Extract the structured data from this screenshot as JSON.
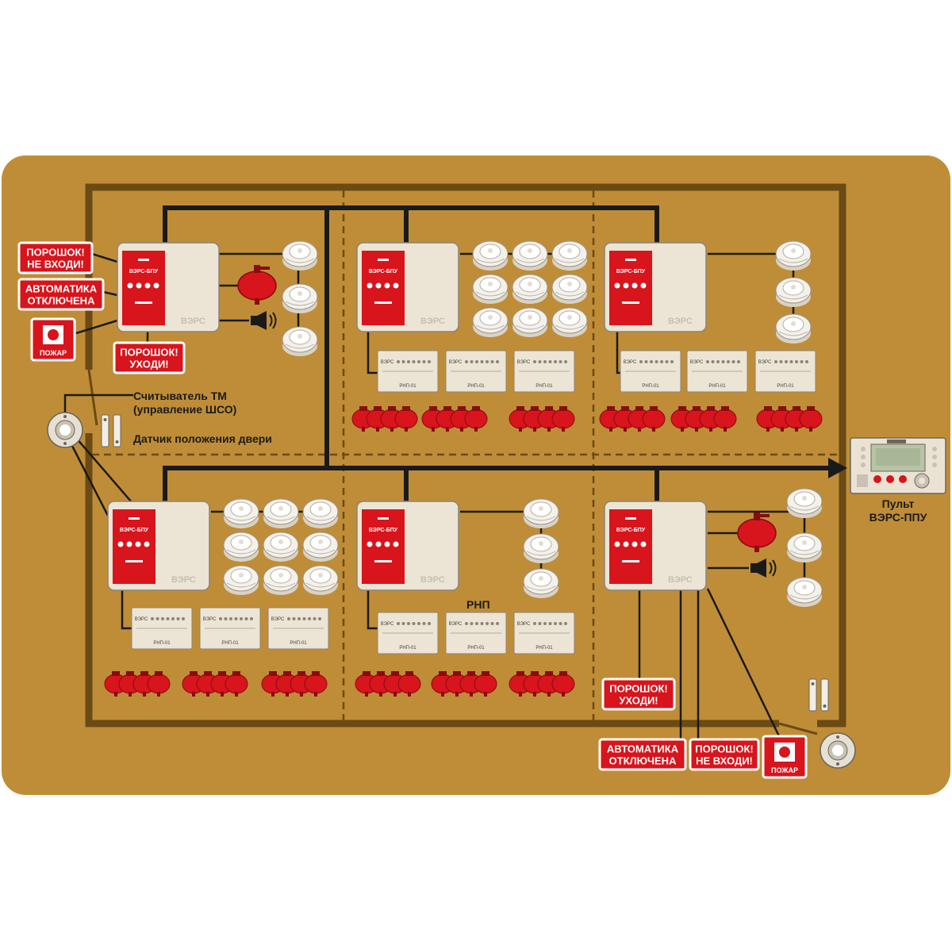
{
  "signs": {
    "powder_no_enter": "ПОРОШОК!\nНЕ ВХОДИ!",
    "automation_off": "АВТОМАТИКА\nОТКЛЮЧЕНА",
    "powder_leave": "ПОРОШОК!\nУХОДИ!",
    "fire": "ПОЖАР"
  },
  "labels": {
    "reader": "Считыватель ТМ\n(управление ШСО)",
    "door_sensor": "Датчик положения двери",
    "rnp": "РНП",
    "console": "Пульт\nВЭРС-ППУ"
  },
  "device_text": {
    "bpu": "ВЭРС-БПУ",
    "brand": "ВЭРС",
    "rnp_module": "РНП-01"
  },
  "colors": {
    "panel": "#bf8d38",
    "wall": "#6b4a14",
    "red": "#d8141c",
    "cabinet": "#ece4d4"
  }
}
